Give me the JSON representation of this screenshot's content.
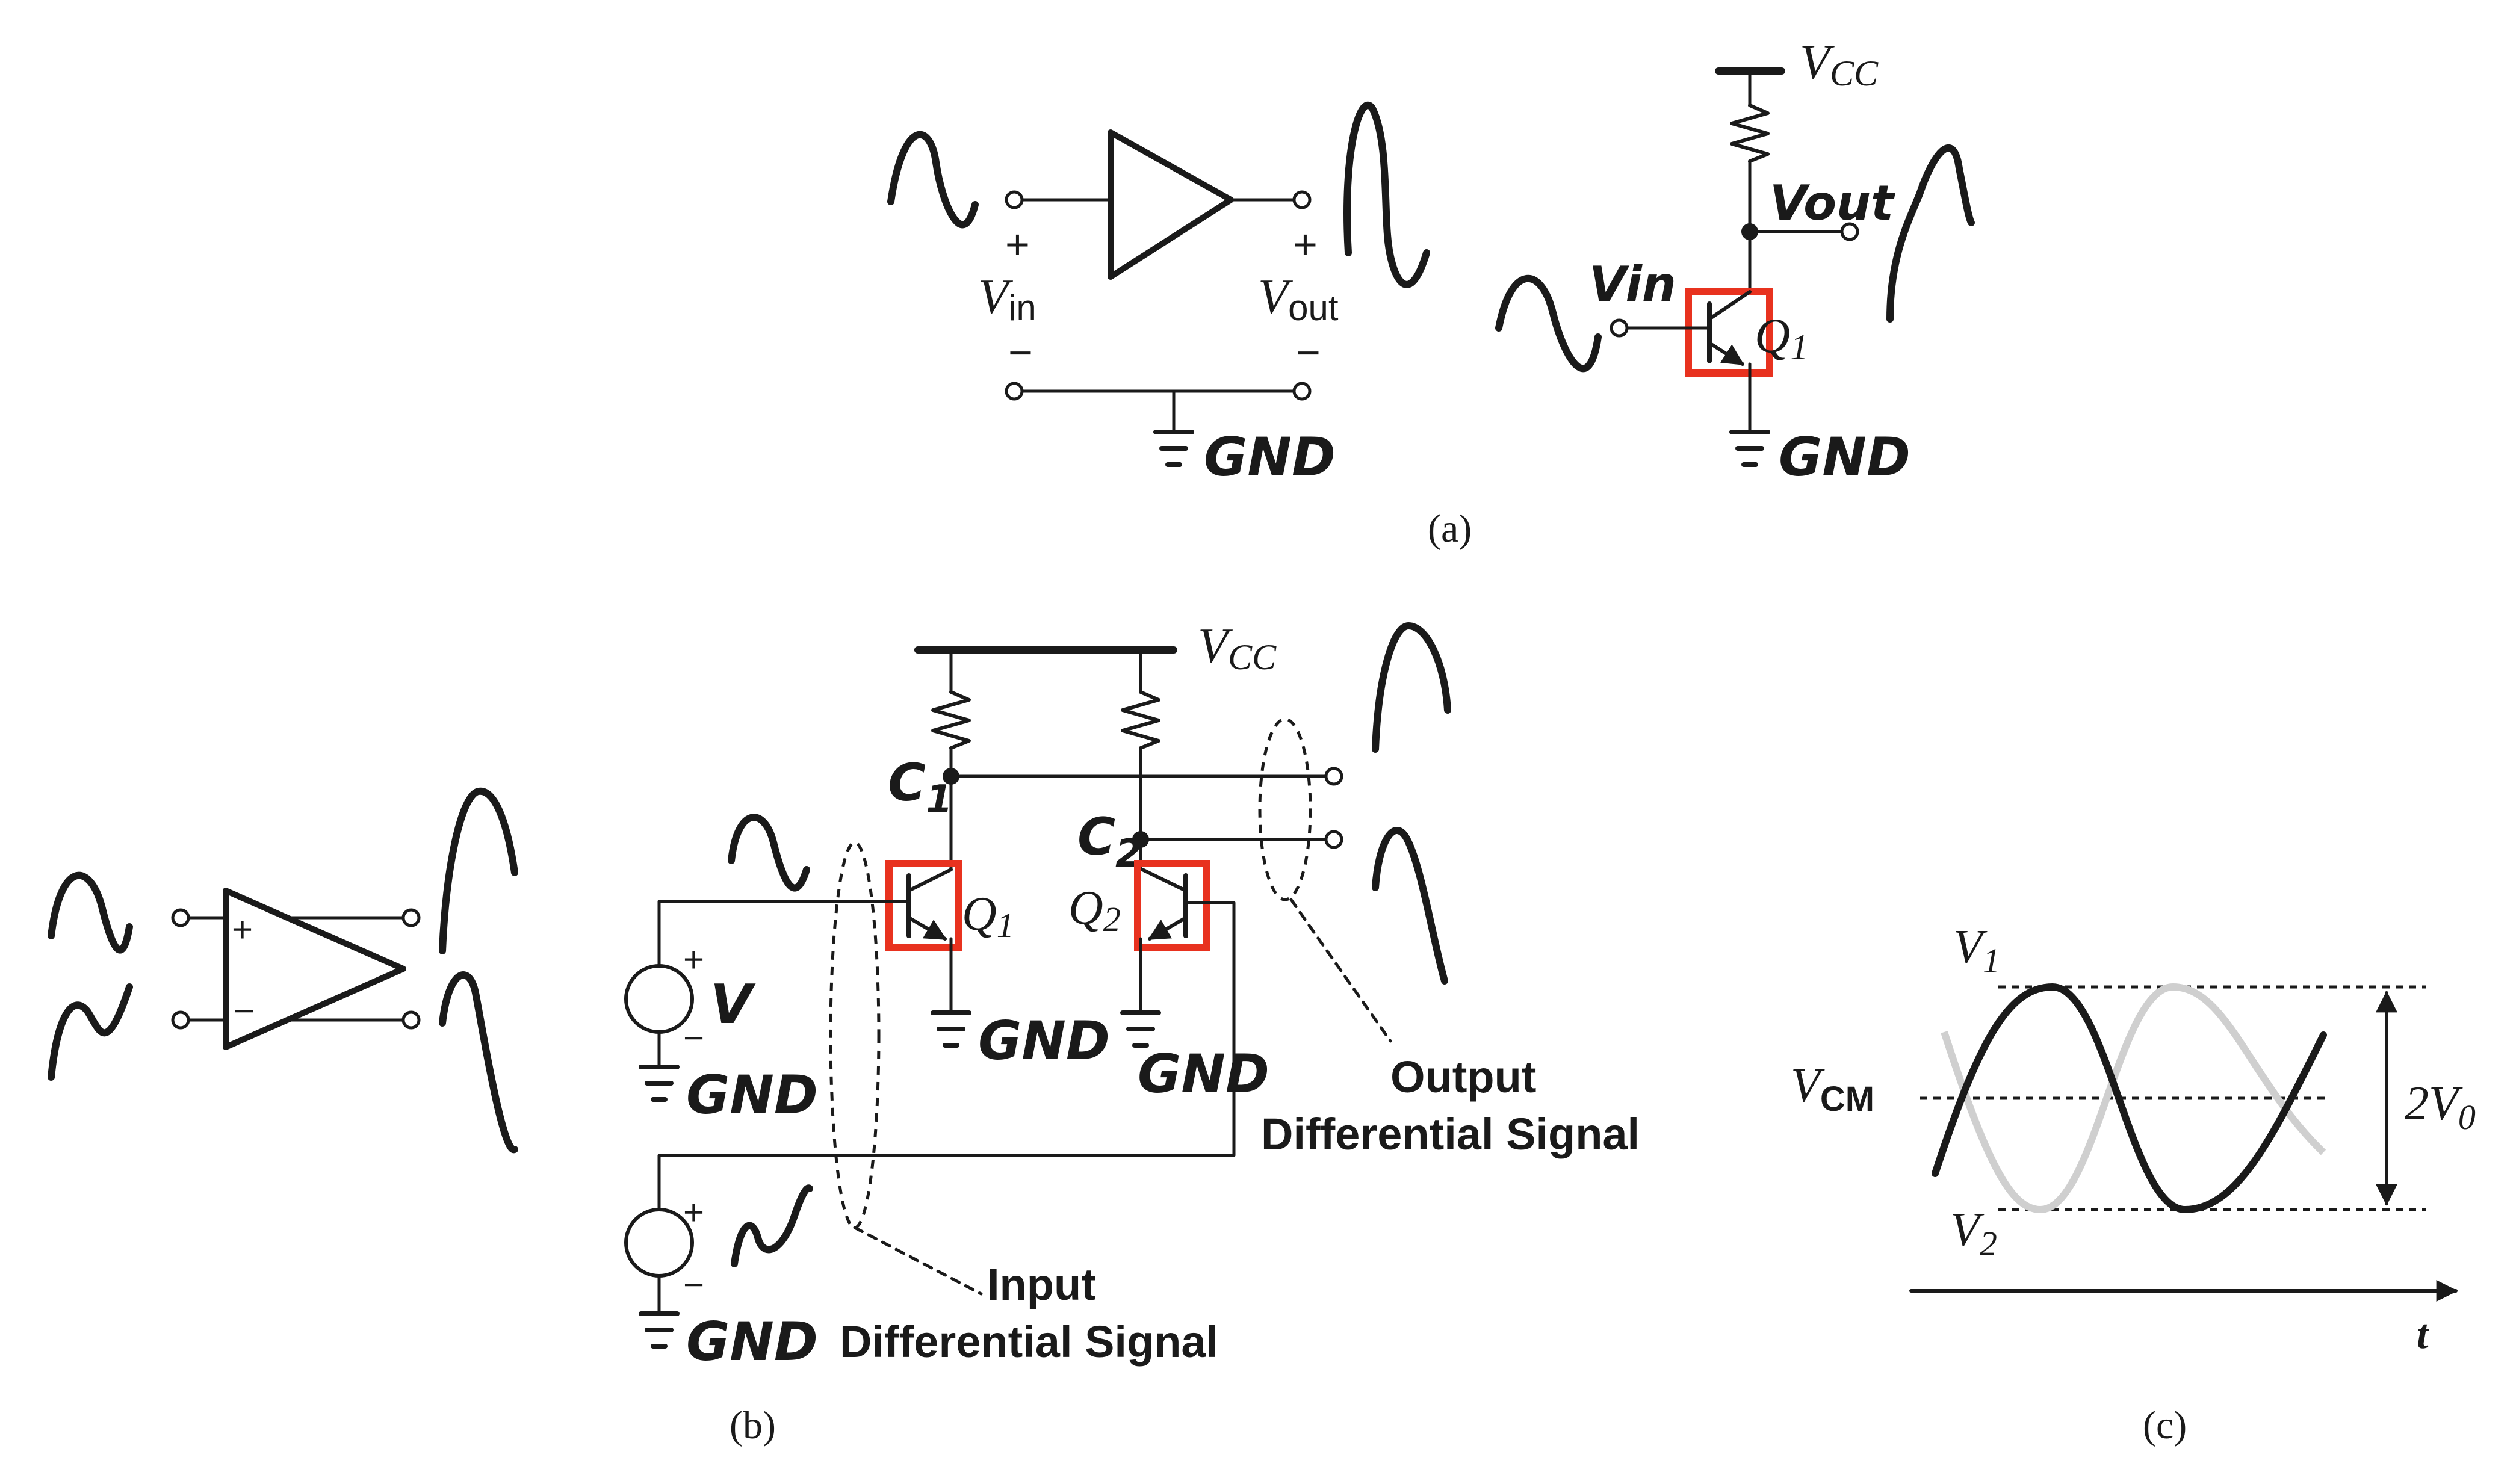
{
  "panels": {
    "a": {
      "caption": "(a)",
      "amp": {
        "vin": "V",
        "vin_sub": "in",
        "vout": "V",
        "vout_sub": "out",
        "plus": "+",
        "minus": "−",
        "gnd": "GND"
      },
      "bjt": {
        "vcc": "V",
        "vcc_sub": "CC",
        "vout": "Vout",
        "vin": "Vin",
        "q": "Q",
        "q_sub": "1",
        "gnd": "GND"
      }
    },
    "b": {
      "caption": "(b)",
      "amp": {
        "plus": "+",
        "minus": "−"
      },
      "circuit": {
        "vcc": "V",
        "vcc_sub": "CC",
        "c1": "C",
        "c1_sub": "1",
        "c2": "C",
        "c2_sub": "2",
        "q1": "Q",
        "q1_sub": "1",
        "q2": "Q",
        "q2_sub": "2",
        "source_v": "V",
        "src_plus": "+",
        "src_minus": "−",
        "gnd": "GND",
        "output_label_1": "Output",
        "output_label_2": "Differential Signal",
        "input_label_1": "Input",
        "input_label_2": "Differential Signal"
      }
    },
    "c": {
      "caption": "(c)",
      "v1": "V",
      "v1_sub": "1",
      "v2": "V",
      "v2_sub": "2",
      "vcm": "V",
      "vcm_sub": "CM",
      "amp": "2V",
      "amp_sub": "0",
      "t": "t"
    }
  },
  "colors": {
    "ink": "#1a1a1a",
    "highlight": "#e8321f",
    "ghost": "#cfcfcf"
  }
}
